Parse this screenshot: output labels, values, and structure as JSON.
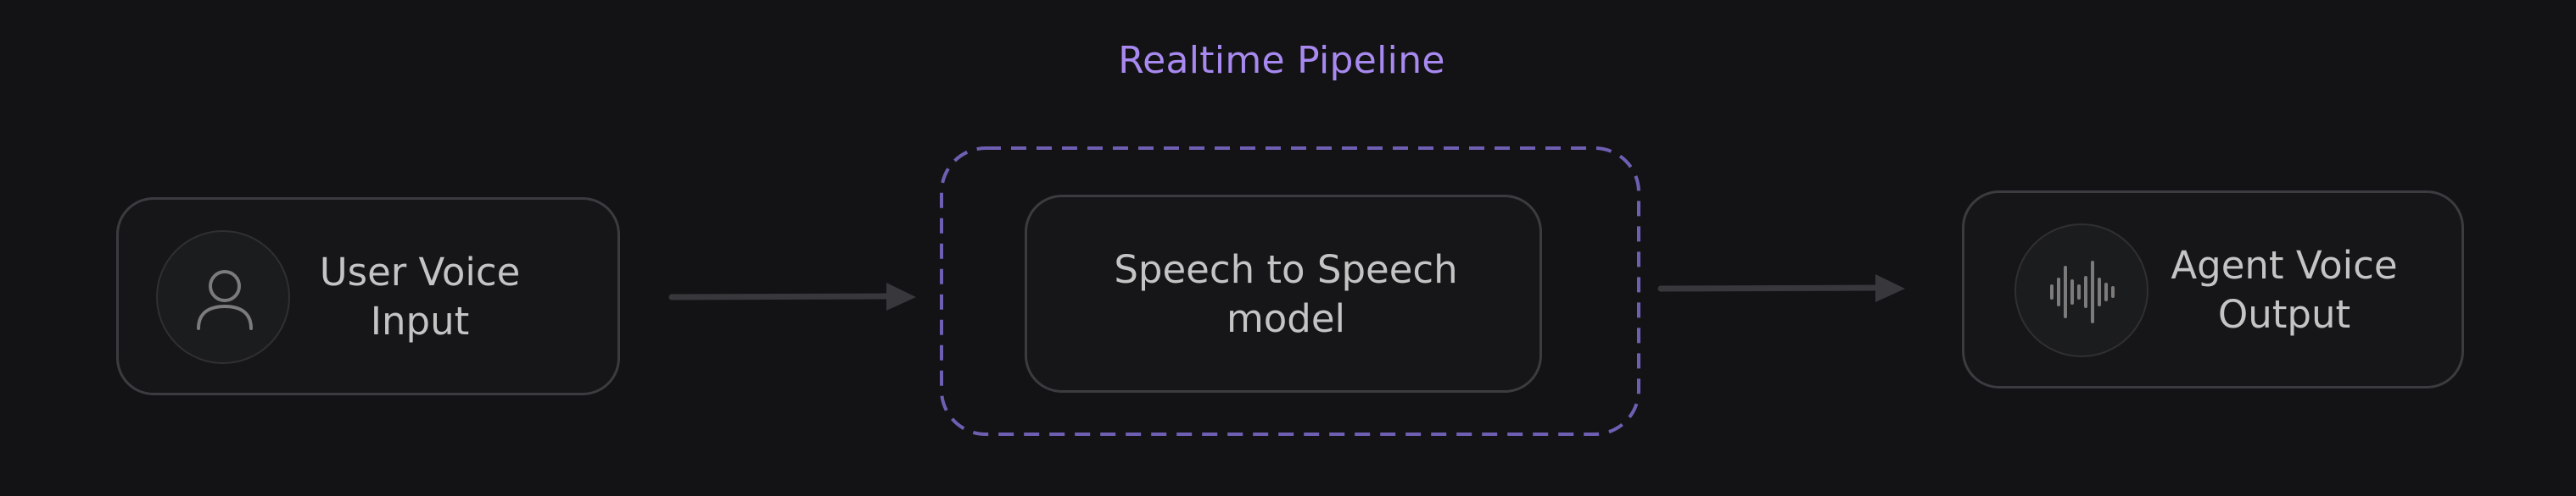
{
  "diagram": {
    "pipeline_label": "Realtime Pipeline",
    "nodes": [
      {
        "id": "user",
        "lines": [
          "User Voice",
          "Input"
        ],
        "icon": "user-icon"
      },
      {
        "id": "model",
        "lines": [
          "Speech to Speech",
          "model"
        ]
      },
      {
        "id": "agent",
        "lines": [
          "Agent Voice",
          "Output"
        ],
        "icon": "audio-waveform-icon"
      }
    ],
    "edges": [
      {
        "from": "user",
        "to": "model"
      },
      {
        "from": "model",
        "to": "agent"
      }
    ]
  },
  "colors": {
    "background": "#131316",
    "accent": "#a889f0",
    "pipeline_border": "#6f5fb3",
    "node_border": "#3c3c40",
    "text": "#c4c4c4",
    "icon": "#7b7b7b",
    "arrow": "#38383c"
  }
}
